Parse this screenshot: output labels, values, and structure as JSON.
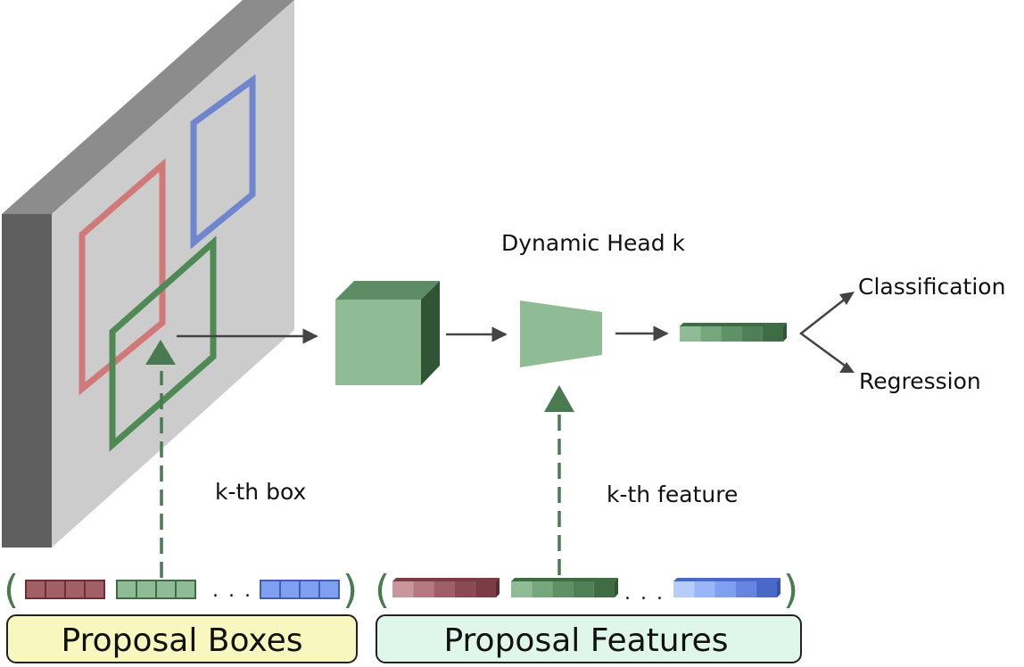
{
  "labels": {
    "dynamic_head": "Dynamic Head k",
    "kth_box": "k-th box",
    "kth_feature": "k-th feature",
    "classification": "Classification",
    "regression": "Regression",
    "proposal_boxes": "Proposal Boxes",
    "proposal_features": "Proposal Features",
    "ellipsis": ". . .",
    "paren_open": "(",
    "paren_close": ")"
  },
  "colors": {
    "board_face": "#cccccc",
    "board_side": "#5f5f5f",
    "board_top": "#8c8c8c",
    "box_red": "#d17878",
    "box_blue": "#6f86cf",
    "box_green": "#4f8a55",
    "cube_front": "#8fbc94",
    "cube_top": "#5e8c64",
    "cube_side": "#2f5533",
    "arrow_gray": "#444444",
    "dashed_green": "#4a7a52",
    "proposal_boxes_fill": "#f7f7bf",
    "proposal_features_fill": "#dff7ea",
    "red_cells": "#a35f66",
    "green_cells": "#8fbc94",
    "blue_cells": "#7f9ff0"
  },
  "icons": {
    "feature_cube": "cube-icon",
    "dynamic_head": "trapezoid-icon",
    "output_vector": "feature-vector-icon"
  }
}
